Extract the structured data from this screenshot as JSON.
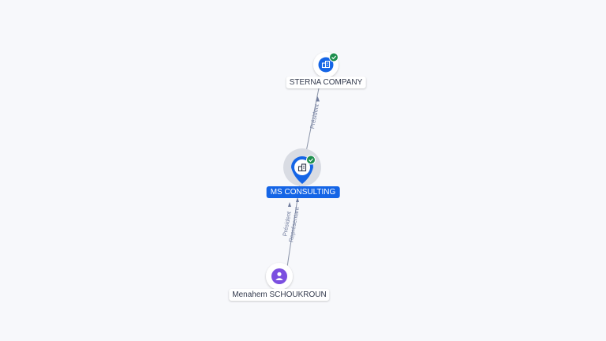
{
  "nodes": {
    "sterna": {
      "label": "STERNA COMPANY",
      "kind": "company",
      "verified": true
    },
    "ms": {
      "label": "MS CONSULTING",
      "kind": "company",
      "verified": true,
      "focus": true
    },
    "menahem": {
      "label": "Menahem SCHOUKROUN",
      "kind": "person"
    }
  },
  "edges": {
    "ms_to_sterna": {
      "label": "Président"
    },
    "menahem_to_ms": {
      "label1": "Président",
      "label2": "Représentant"
    }
  },
  "colors": {
    "company": "#1565e6",
    "person": "#7b4fe0",
    "verified": "#1e8f4e",
    "edge": "#8a93a8"
  },
  "icons": {
    "company": "building-icon",
    "person": "person-icon",
    "verified": "check-icon"
  }
}
